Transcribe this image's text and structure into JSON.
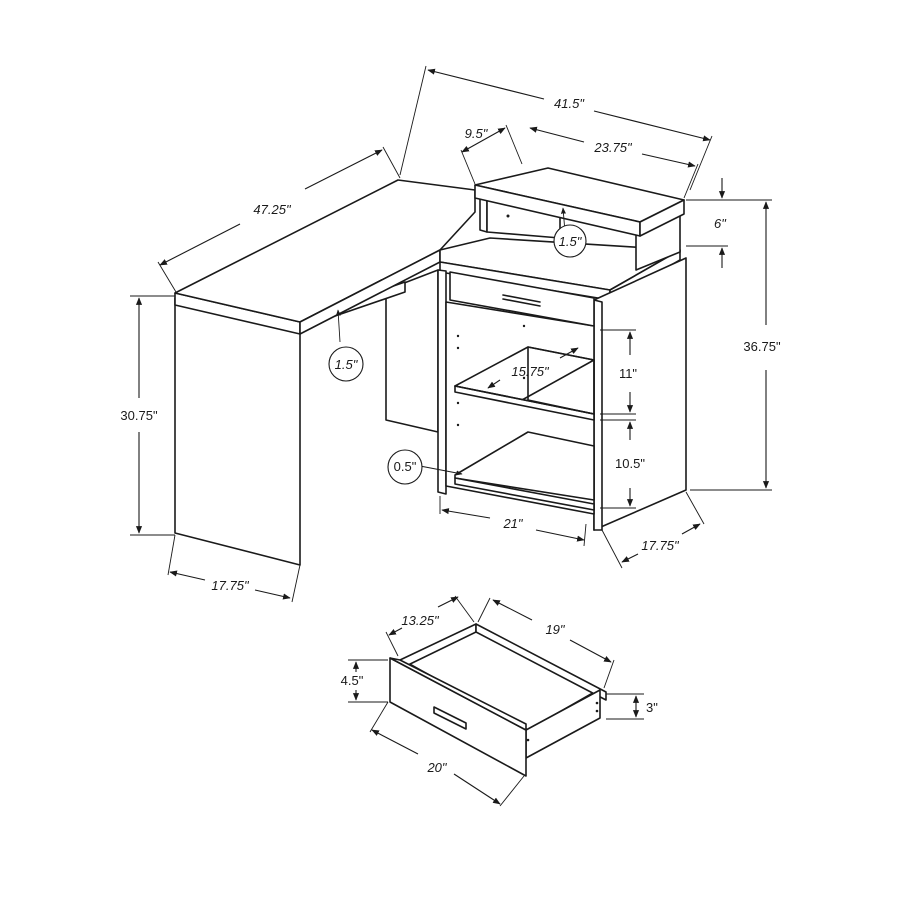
{
  "dimensions": {
    "overall_width": "41.5\"",
    "long_desk_length": "47.25\"",
    "hutch_depth": "9.5\"",
    "hutch_width": "23.75\"",
    "hutch_height": "6\"",
    "hutch_shelf_thickness": "1.5\"",
    "total_height": "36.75\"",
    "desk_height": "30.75\"",
    "desk_top_thickness": "1.5\"",
    "left_leg_depth": "17.75\"",
    "shelf_depth": "15.75\"",
    "upper_shelf_height": "11\"",
    "lower_shelf_height": "10.5\"",
    "shelf_thickness": "0.5\"",
    "cabinet_width": "21\"",
    "cabinet_depth": "17.75\""
  },
  "drawer": {
    "inner_depth": "13.25\"",
    "length": "19\"",
    "front_height": "4.5\"",
    "side_height": "3\"",
    "front_width": "20\""
  }
}
